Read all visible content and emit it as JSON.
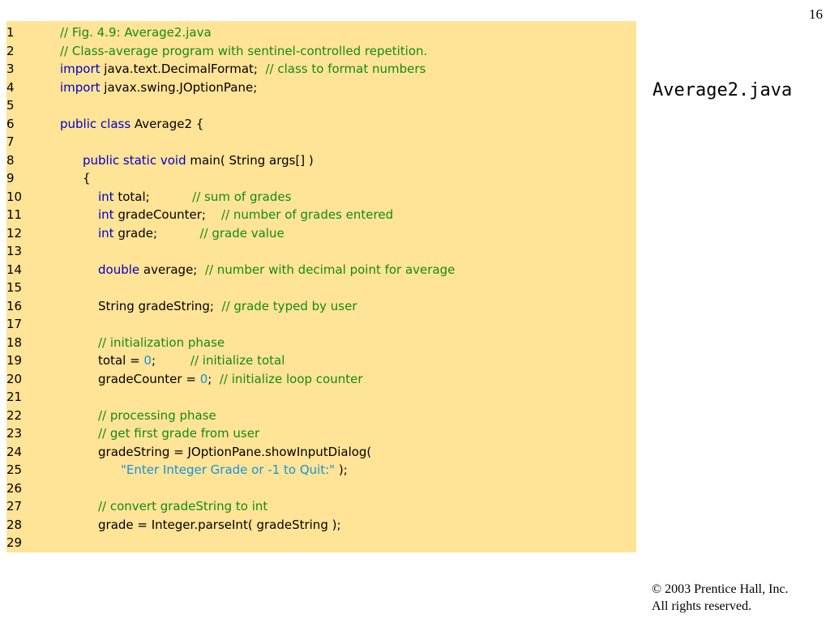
{
  "slide": {
    "page_number": "16",
    "file_title": "Average2.java",
    "copyright_line1": "© 2003 Prentice Hall, Inc.",
    "copyright_line2": "All rights reserved."
  },
  "code": {
    "lines": [
      {
        "number": "1",
        "indent": 0,
        "tokens": [
          {
            "text": "// Fig. 4.9: Average2.java",
            "kind": "comment"
          }
        ]
      },
      {
        "number": "2",
        "indent": 0,
        "tokens": [
          {
            "text": "// Class-average program with sentinel-controlled repetition.",
            "kind": "comment"
          }
        ]
      },
      {
        "number": "3",
        "indent": 0,
        "tokens": [
          {
            "text": "import",
            "kind": "keyword"
          },
          {
            "text": " java.text.DecimalFormat;  ",
            "kind": "plain"
          },
          {
            "text": "// class to format numbers",
            "kind": "comment"
          }
        ]
      },
      {
        "number": "4",
        "indent": 0,
        "tokens": [
          {
            "text": "import",
            "kind": "keyword"
          },
          {
            "text": " javax.swing.JOptionPane;",
            "kind": "plain"
          }
        ]
      },
      {
        "number": "5",
        "indent": 0,
        "tokens": []
      },
      {
        "number": "6",
        "indent": 0,
        "tokens": [
          {
            "text": "public class",
            "kind": "keyword"
          },
          {
            "text": " Average2 {",
            "kind": "plain"
          }
        ]
      },
      {
        "number": "7",
        "indent": 0,
        "tokens": []
      },
      {
        "number": "8",
        "indent": 1,
        "tokens": [
          {
            "text": "public static void",
            "kind": "keyword"
          },
          {
            "text": " main( String args[] )",
            "kind": "plain"
          }
        ]
      },
      {
        "number": "9",
        "indent": 1,
        "tokens": [
          {
            "text": "{",
            "kind": "plain"
          }
        ]
      },
      {
        "number": "10",
        "indent": 2,
        "tokens": [
          {
            "text": "int",
            "kind": "keyword"
          },
          {
            "text": " total;           ",
            "kind": "plain"
          },
          {
            "text": "// sum of grades",
            "kind": "comment"
          }
        ]
      },
      {
        "number": "11",
        "indent": 2,
        "tokens": [
          {
            "text": "int",
            "kind": "keyword"
          },
          {
            "text": " gradeCounter;    ",
            "kind": "plain"
          },
          {
            "text": "// number of grades entered",
            "kind": "comment"
          }
        ]
      },
      {
        "number": "12",
        "indent": 2,
        "tokens": [
          {
            "text": "int",
            "kind": "keyword"
          },
          {
            "text": " grade;           ",
            "kind": "plain"
          },
          {
            "text": "// grade value",
            "kind": "comment"
          }
        ]
      },
      {
        "number": "13",
        "indent": 0,
        "tokens": []
      },
      {
        "number": "14",
        "indent": 2,
        "tokens": [
          {
            "text": "double",
            "kind": "keyword"
          },
          {
            "text": " average;  ",
            "kind": "plain"
          },
          {
            "text": "// number with decimal point for average",
            "kind": "comment"
          }
        ]
      },
      {
        "number": "15",
        "indent": 0,
        "tokens": []
      },
      {
        "number": "16",
        "indent": 2,
        "tokens": [
          {
            "text": "String gradeString;  ",
            "kind": "plain"
          },
          {
            "text": "// grade typed by user",
            "kind": "comment"
          }
        ]
      },
      {
        "number": "17",
        "indent": 0,
        "tokens": []
      },
      {
        "number": "18",
        "indent": 2,
        "tokens": [
          {
            "text": "// initialization phase",
            "kind": "comment"
          }
        ]
      },
      {
        "number": "19",
        "indent": 2,
        "tokens": [
          {
            "text": "total = ",
            "kind": "plain"
          },
          {
            "text": "0",
            "kind": "literal"
          },
          {
            "text": ";         ",
            "kind": "plain"
          },
          {
            "text": "// initialize total",
            "kind": "comment"
          }
        ]
      },
      {
        "number": "20",
        "indent": 2,
        "tokens": [
          {
            "text": "gradeCounter = ",
            "kind": "plain"
          },
          {
            "text": "0",
            "kind": "literal"
          },
          {
            "text": ";  ",
            "kind": "plain"
          },
          {
            "text": "// initialize loop counter",
            "kind": "comment"
          }
        ]
      },
      {
        "number": "21",
        "indent": 0,
        "tokens": []
      },
      {
        "number": "22",
        "indent": 2,
        "tokens": [
          {
            "text": "// processing phase",
            "kind": "comment"
          }
        ]
      },
      {
        "number": "23",
        "indent": 2,
        "tokens": [
          {
            "text": "// get first grade from user",
            "kind": "comment"
          }
        ]
      },
      {
        "number": "24",
        "indent": 2,
        "tokens": [
          {
            "text": "gradeString = JOptionPane.showInputDialog(",
            "kind": "plain"
          }
        ]
      },
      {
        "number": "25",
        "indent": 3,
        "tokens": [
          {
            "text": "\"Enter Integer Grade or -1 to Quit:\"",
            "kind": "string"
          },
          {
            "text": " );",
            "kind": "plain"
          }
        ]
      },
      {
        "number": "26",
        "indent": 0,
        "tokens": []
      },
      {
        "number": "27",
        "indent": 2,
        "tokens": [
          {
            "text": "// convert gradeString to int",
            "kind": "comment"
          }
        ]
      },
      {
        "number": "28",
        "indent": 2,
        "tokens": [
          {
            "text": "grade = Integer.parseInt( gradeString );",
            "kind": "plain"
          }
        ]
      },
      {
        "number": "29",
        "indent": 0,
        "tokens": []
      }
    ]
  },
  "colors": {
    "panel_background": "#ffe397",
    "keyword": "#0000c4",
    "comment": "#168a16",
    "literal": "#1595d6",
    "plain": "#000000"
  }
}
